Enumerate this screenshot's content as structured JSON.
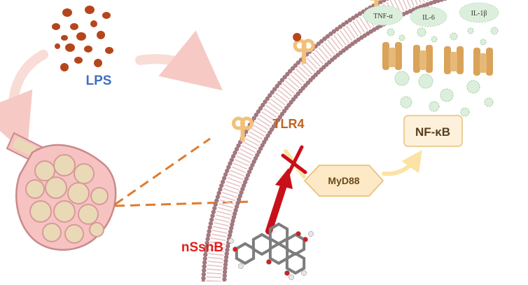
{
  "labels": {
    "lps": "LPS",
    "tlr4": "TLR4",
    "myd88": "MyD88",
    "nfkb": "NF-κB",
    "nssnb": "nSsnB"
  },
  "cytokines": [
    "TNF-α",
    "IL-6",
    "IL-1β"
  ],
  "colors": {
    "lps_particle": "#b5461c",
    "lps_label": "#3f6fc1",
    "tlr4_label": "#c0631e",
    "nssnb_label": "#e0201b",
    "inhibit_arrow": "#c8101a",
    "membrane_head": "#a2787e",
    "membrane_tail": "#e7c4c7",
    "receptor": "#f2c07a",
    "channel": "#d9a35a",
    "cytokine_cloud": "#dcefdc",
    "myd88_box": "#fde9c6",
    "nfkb_box": "#fdf1dc",
    "dashed_line": "#e07b2c",
    "lung_fill": "#f6c2c2",
    "lung_inner": "#ead9b7"
  },
  "icons": [
    "lps-particles",
    "lung-alveoli",
    "cell-membrane",
    "tlr4-receptor",
    "ion-channel",
    "cytokine-cloud",
    "inhibition-cross",
    "molecule-structure",
    "curved-arrow"
  ]
}
